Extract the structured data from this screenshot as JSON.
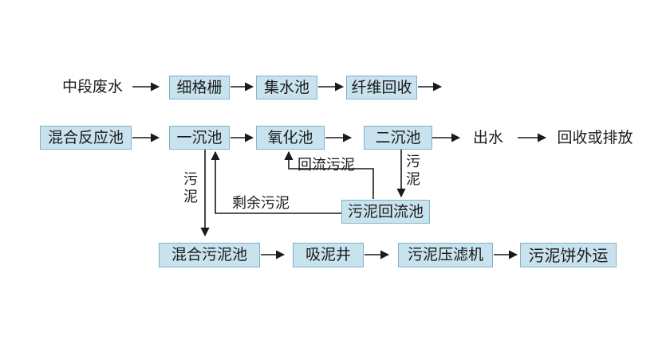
{
  "row1": {
    "source": "中段废水",
    "grid": "细格栅",
    "tank": "集水池",
    "fiber": "纤维回收"
  },
  "row2": {
    "mix_reactor": "混合反应池",
    "clarifier1": "一沉池",
    "oxidation": "氧化池",
    "clarifier2": "二沉池",
    "effluent": "出水",
    "reuse": "回收或排放"
  },
  "row3": {
    "mixed_sludge": "混合污泥池",
    "suction_well": "吸泥井",
    "filter_press": "污泥压滤机",
    "cake_out": "污泥饼外运"
  },
  "recycle": {
    "return_tank": "污泥回流池",
    "return_label": "回流污泥",
    "excess_label": "剩余污泥",
    "sludge_left": "污泥",
    "sludge_right": "污泥"
  },
  "colors": {
    "box_fill": "#c9e3ee",
    "box_border": "#7fb2c8",
    "line": "#1a1a1a"
  }
}
